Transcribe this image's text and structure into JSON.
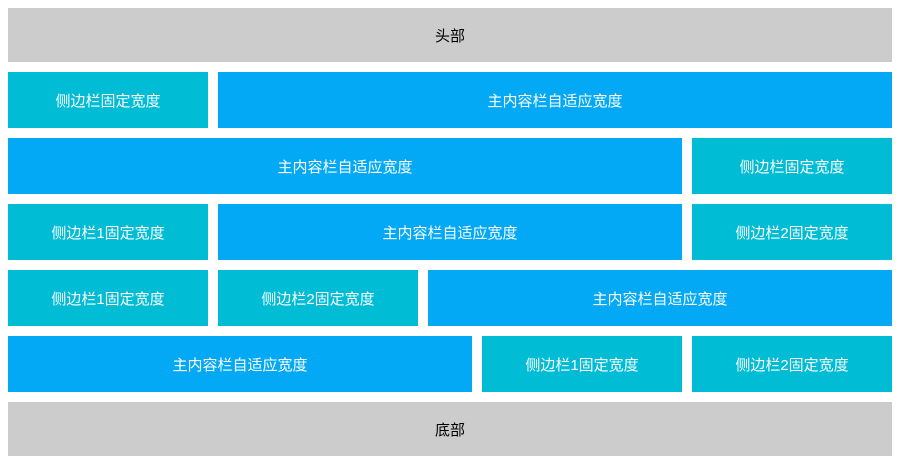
{
  "colors": {
    "header_footer_bg": "#cccccc",
    "header_footer_text": "#000000",
    "sidebar_bg": "#00bcd4",
    "main_bg": "#03a9f4",
    "block_text": "#ffffff",
    "page_bg": "#ffffff"
  },
  "header": {
    "label": "头部"
  },
  "footer": {
    "label": "底部"
  },
  "rows": [
    {
      "blocks": [
        {
          "role": "sidebar",
          "width": "fixed-200",
          "label": "侧边栏固定宽度"
        },
        {
          "role": "main",
          "width": "flex",
          "label": "主内容栏自适应宽度"
        }
      ]
    },
    {
      "blocks": [
        {
          "role": "main",
          "width": "flex",
          "label": "主内容栏自适应宽度"
        },
        {
          "role": "sidebar",
          "width": "fixed-200",
          "label": "侧边栏固定宽度"
        }
      ]
    },
    {
      "blocks": [
        {
          "role": "sidebar",
          "width": "fixed-200",
          "label": "侧边栏1固定宽度"
        },
        {
          "role": "main",
          "width": "flex",
          "label": "主内容栏自适应宽度"
        },
        {
          "role": "sidebar",
          "width": "fixed-200",
          "label": "侧边栏2固定宽度"
        }
      ]
    },
    {
      "blocks": [
        {
          "role": "sidebar",
          "width": "fixed-200",
          "label": "侧边栏1固定宽度"
        },
        {
          "role": "sidebar",
          "width": "fixed-200",
          "label": "侧边栏2固定宽度"
        },
        {
          "role": "main",
          "width": "flex",
          "label": "主内容栏自适应宽度"
        }
      ]
    },
    {
      "blocks": [
        {
          "role": "main",
          "width": "flex",
          "label": "主内容栏自适应宽度"
        },
        {
          "role": "sidebar",
          "width": "fixed-200",
          "label": "侧边栏1固定宽度"
        },
        {
          "role": "sidebar",
          "width": "fixed-200",
          "label": "侧边栏2固定宽度"
        }
      ]
    }
  ]
}
